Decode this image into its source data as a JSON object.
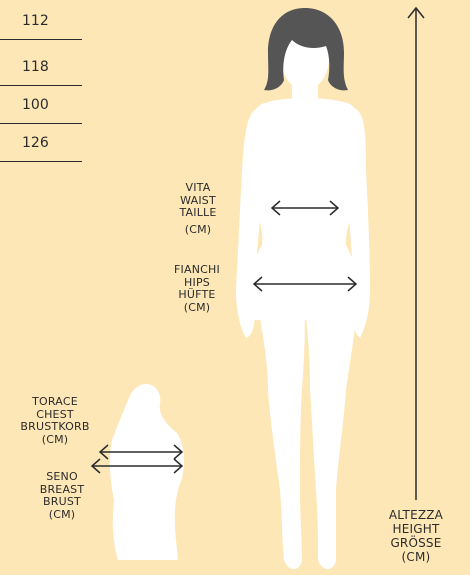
{
  "size_table": {
    "values": [
      "112",
      "118",
      "100",
      "126"
    ]
  },
  "labels": {
    "waist": [
      "VITA",
      "WAIST",
      "TAILLE",
      "(CM)"
    ],
    "hips": [
      "FIANCHI",
      "HIPS",
      "HÜFTE",
      "(CM)"
    ],
    "chest": [
      "TORACE",
      "CHEST",
      "BRUSTKORB",
      "(CM)"
    ],
    "breast": [
      "SENO",
      "BREAST",
      "BRUST",
      "(CM)"
    ],
    "height": [
      "ALTEZZA",
      "HEIGHT",
      "GRÖSSE",
      "(CM)"
    ]
  },
  "colors": {
    "background": "#fde7b6",
    "silhouette": "#ffffff",
    "hair": "#555555",
    "line": "#2b2b2b"
  }
}
